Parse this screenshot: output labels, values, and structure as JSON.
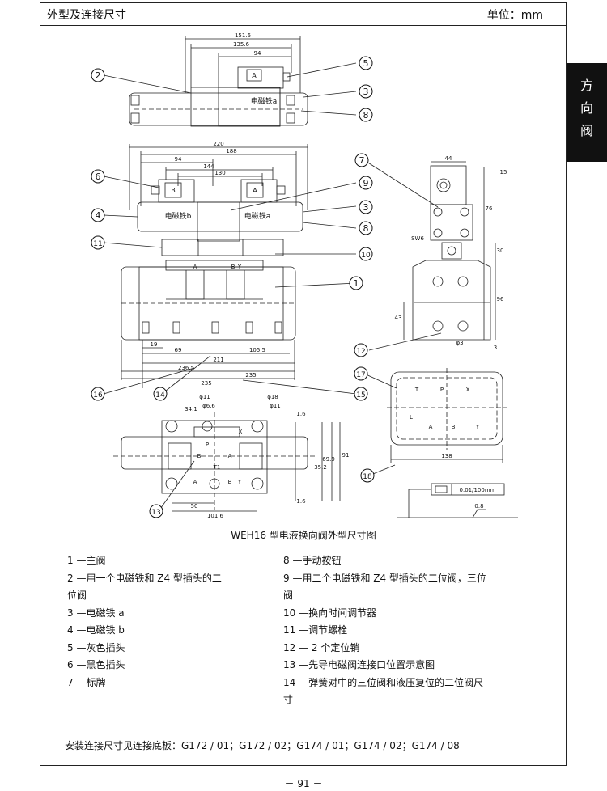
{
  "header": {
    "title": "外型及连接尺寸",
    "unit": "单位：mm"
  },
  "side_tab": [
    "方",
    "向",
    "阀"
  ],
  "figure": {
    "callouts": [
      "1",
      "2",
      "3",
      "3",
      "4",
      "5",
      "6",
      "7",
      "8",
      "8",
      "9",
      "10",
      "11",
      "12",
      "13",
      "14",
      "15",
      "16",
      "17",
      "18"
    ],
    "dims": {
      "top": [
        "151.6",
        "135.6",
        "94"
      ],
      "mid": [
        "220",
        "188",
        "94",
        "144",
        "130"
      ],
      "base": [
        "19",
        "69",
        "105.5",
        "211",
        "236.5",
        "235",
        "235"
      ],
      "side": [
        "44",
        "15",
        "76",
        "30",
        "96",
        "43",
        "3",
        "φ3",
        "SW6"
      ],
      "plan": [
        "φ11",
        "φ6.6",
        "34.1",
        "φ18",
        "φ11",
        "1.6",
        "69.9",
        "91",
        "35.2",
        "50",
        "101.6",
        "1.6"
      ],
      "pattern": [
        "138"
      ]
    },
    "labels": {
      "solenoid_a": "电磁铁a",
      "solenoid_b": "电磁铁b",
      "coil_a": "A",
      "coil_b": "B",
      "port_a": "A",
      "port_b": "B",
      "port_y": "Y",
      "port_p": "P",
      "port_t": "T",
      "port_x": "X",
      "port_l": "L",
      "port_t1": "T1",
      "flat_tol": "0.01/100mm",
      "rough": "0.8"
    }
  },
  "caption": "WEH16 型电液换向阀外型尺寸图",
  "legend_left": [
    "1 —主阀",
    "2 —用一个电磁铁和 Z4 型插头的二",
    "位阀",
    "3 —电磁铁 a",
    "4 —电磁铁 b",
    "5 —灰色插头",
    "6 —黑色插头",
    "7 —标牌"
  ],
  "legend_right": [
    "8 —手动按钮",
    "9 —用二个电磁铁和 Z4 型插头的二位阀，三位",
    "阀",
    "10 —换向时间调节器",
    "11 —调节螺栓",
    "12 — 2 个定位销",
    "13 —先导电磁阀连接口位置示意图",
    "14 —弹簧对中的三位阀和液压复位的二位阀尺",
    "寸"
  ],
  "install_note": "安装连接尺寸见连接底板：G172 / 01；G172 / 02；G174 / 01；G174 / 02；G174 / 08",
  "page_number": "－ 91 －"
}
